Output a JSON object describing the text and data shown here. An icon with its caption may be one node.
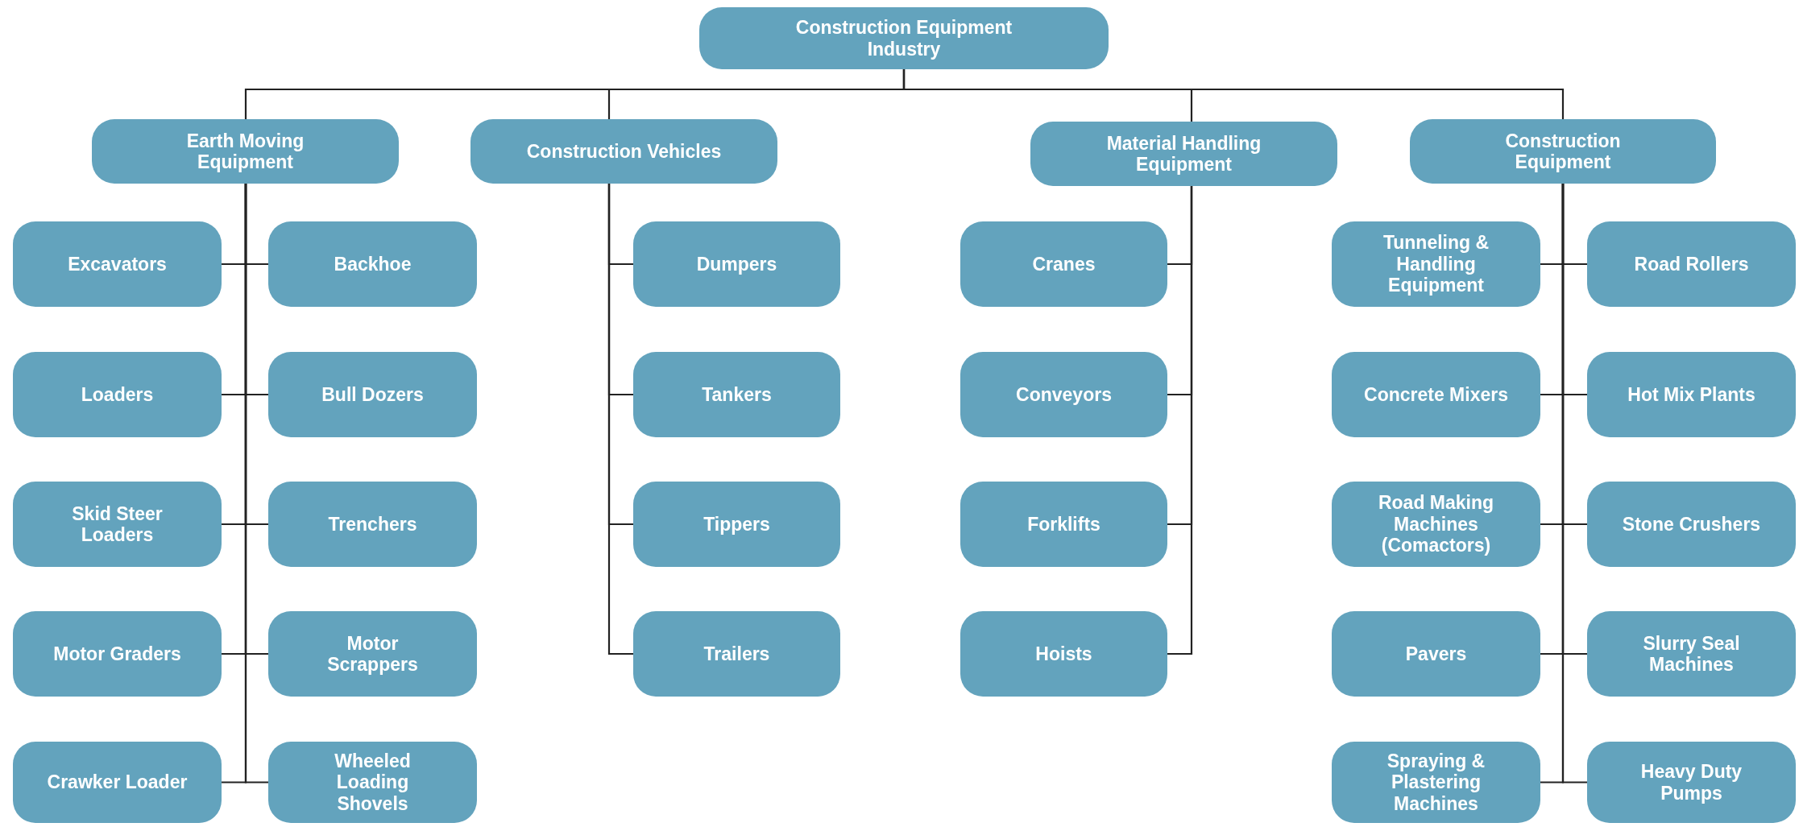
{
  "diagram": {
    "nodes": [
      {
        "text": [
          "Construction Equipment Industry"
        ]
      },
      {
        "text": [
          "Earth Moving Equipment"
        ]
      },
      {
        "text": [
          "Excavators"
        ]
      },
      {
        "text": [
          "Backhoe"
        ]
      },
      {
        "text": [
          "Loaders"
        ]
      },
      {
        "text": [
          "Bull Dozers"
        ]
      },
      {
        "text": [
          "Skid Steer Loaders"
        ]
      },
      {
        "text": [
          "Trenchers"
        ]
      },
      {
        "text": [
          "Motor Graders"
        ]
      },
      {
        "text": [
          "Motor Scrappers"
        ]
      },
      {
        "text": [
          "Crawker Loader"
        ]
      },
      {
        "text": [
          "Wheeled Loading Shovels"
        ]
      },
      {
        "text": [
          "Construction Vehicles"
        ]
      },
      {
        "text": [
          "Dumpers"
        ]
      },
      {
        "text": [
          "Tankers"
        ]
      },
      {
        "text": [
          "Tippers"
        ]
      },
      {
        "text": [
          "Trailers"
        ]
      },
      {
        "text": [
          "Material Handling Equipment"
        ]
      },
      {
        "text": [
          "Cranes"
        ]
      },
      {
        "text": [
          "Conveyors"
        ]
      },
      {
        "text": [
          "Forklifts"
        ]
      },
      {
        "text": [
          "Hoists"
        ]
      },
      {
        "text": [
          "Construction Equipment"
        ]
      },
      {
        "text": [
          "Tunneling & Handling Equipment"
        ]
      },
      {
        "text": [
          "Road Rollers"
        ]
      },
      {
        "text": [
          "Concrete Mixers"
        ]
      },
      {
        "text": [
          "Hot Mix Plants"
        ]
      },
      {
        "text": [
          "Road Making Machines (Comactors)"
        ]
      },
      {
        "text": [
          "Stone Crushers"
        ]
      },
      {
        "text": [
          "Pavers"
        ]
      },
      {
        "text": [
          "Slurry Seal Machines"
        ]
      },
      {
        "text": [
          "Spraying & Plastering Machines"
        ]
      },
      {
        "text": [
          "Heavy Duty Pumps"
        ]
      }
    ],
    "edges": [
      {
        "from": 0,
        "to": 1,
        "arrow": "none"
      },
      {
        "from": 0,
        "to": 12,
        "arrow": "none"
      },
      {
        "from": 0,
        "to": 17,
        "arrow": "none"
      },
      {
        "from": 0,
        "to": 22,
        "arrow": "none"
      },
      {
        "from": 1,
        "to": 2,
        "arrow": "none"
      },
      {
        "from": 1,
        "to": 3,
        "arrow": "none"
      },
      {
        "from": 1,
        "to": 4,
        "arrow": "none"
      },
      {
        "from": 1,
        "to": 5,
        "arrow": "none"
      },
      {
        "from": 1,
        "to": 6,
        "arrow": "none"
      },
      {
        "from": 1,
        "to": 7,
        "arrow": "none"
      },
      {
        "from": 1,
        "to": 8,
        "arrow": "none"
      },
      {
        "from": 1,
        "to": 9,
        "arrow": "none"
      },
      {
        "from": 1,
        "to": 10,
        "arrow": "none"
      },
      {
        "from": 1,
        "to": 11,
        "arrow": "none"
      },
      {
        "from": 12,
        "to": 13,
        "arrow": "none"
      },
      {
        "from": 12,
        "to": 14,
        "arrow": "none"
      },
      {
        "from": 12,
        "to": 15,
        "arrow": "none"
      },
      {
        "from": 12,
        "to": 16,
        "arrow": "none"
      },
      {
        "from": 17,
        "to": 18,
        "arrow": "none"
      },
      {
        "from": 17,
        "to": 19,
        "arrow": "none"
      },
      {
        "from": 17,
        "to": 20,
        "arrow": "none"
      },
      {
        "from": 17,
        "to": 21,
        "arrow": "none"
      },
      {
        "from": 22,
        "to": 23,
        "arrow": "none"
      },
      {
        "from": 22,
        "to": 24,
        "arrow": "none"
      },
      {
        "from": 22,
        "to": 25,
        "arrow": "none"
      },
      {
        "from": 22,
        "to": 26,
        "arrow": "none"
      },
      {
        "from": 22,
        "to": 27,
        "arrow": "none"
      },
      {
        "from": 22,
        "to": 28,
        "arrow": "none"
      },
      {
        "from": 22,
        "to": 29,
        "arrow": "none"
      },
      {
        "from": 22,
        "to": 30,
        "arrow": "none"
      },
      {
        "from": 22,
        "to": 31,
        "arrow": "none"
      },
      {
        "from": 22,
        "to": 32,
        "arrow": "none"
      }
    ]
  }
}
